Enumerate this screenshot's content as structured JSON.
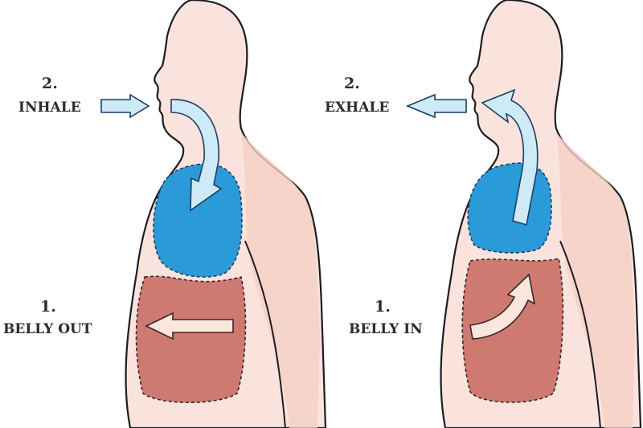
{
  "left_panel": {
    "step2_number": "2.",
    "step2_label": "INHALE",
    "step1_number": "1.",
    "step1_label": "BELLY OUT"
  },
  "right_panel": {
    "step2_number": "2.",
    "step2_label": "EXHALE",
    "step1_number": "1.",
    "step1_label": "BELLY IN"
  },
  "colors": {
    "lungs": "#2a9ad8",
    "belly": "#cf7a70",
    "skin": "#fbe3dd",
    "air_arrow": "#cfeaf7"
  }
}
